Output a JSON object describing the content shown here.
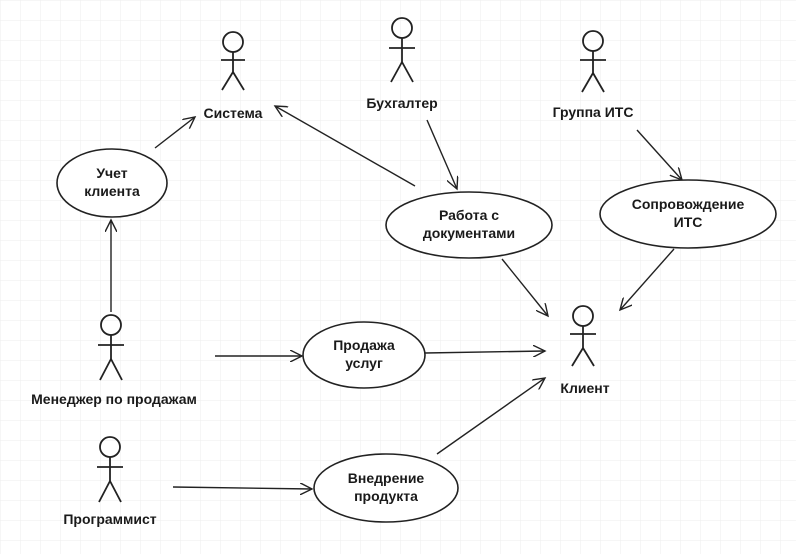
{
  "diagram": {
    "type": "use-case",
    "colors": {
      "background": "#ffffff",
      "grid": "#eeeeee",
      "line": "#222222",
      "text": "#1a1a1a"
    },
    "actors": [
      {
        "id": "system",
        "label": "Система"
      },
      {
        "id": "accountant",
        "label": "Бухгалтер"
      },
      {
        "id": "its_group",
        "label": "Группа ИТС"
      },
      {
        "id": "client",
        "label": "Клиент"
      },
      {
        "id": "sales_manager",
        "label": "Менеджер по продажам"
      },
      {
        "id": "programmer",
        "label": "Программист"
      }
    ],
    "use_cases": [
      {
        "id": "client_accounting",
        "lines": [
          "Учет",
          "клиента"
        ]
      },
      {
        "id": "documents",
        "lines": [
          "Работа с",
          "документами"
        ]
      },
      {
        "id": "its_support",
        "lines": [
          "Сопровождение",
          "ИТС"
        ]
      },
      {
        "id": "services_sale",
        "lines": [
          "Продажа",
          "услуг"
        ]
      },
      {
        "id": "product_implementation",
        "lines": [
          "Внедрение",
          "продукта"
        ]
      }
    ],
    "relations": [
      {
        "from": "sales_manager",
        "to": "client_accounting"
      },
      {
        "from": "client_accounting",
        "to": "system"
      },
      {
        "from": "documents",
        "to": "system"
      },
      {
        "from": "accountant",
        "to": "documents"
      },
      {
        "from": "documents",
        "to": "client"
      },
      {
        "from": "its_group",
        "to": "its_support"
      },
      {
        "from": "its_support",
        "to": "client"
      },
      {
        "from": "sales_manager",
        "to": "services_sale"
      },
      {
        "from": "services_sale",
        "to": "client"
      },
      {
        "from": "programmer",
        "to": "product_implementation"
      },
      {
        "from": "product_implementation",
        "to": "client"
      }
    ]
  }
}
